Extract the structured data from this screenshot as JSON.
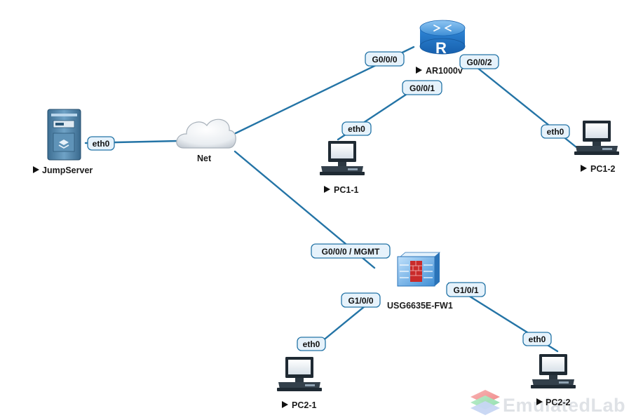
{
  "diagram": {
    "nodes": {
      "jumpserver": {
        "label": "JumpServer",
        "icon": "server-icon"
      },
      "net": {
        "label": "Net",
        "icon": "cloud-icon"
      },
      "router": {
        "label": "AR1000v",
        "icon": "router-icon"
      },
      "pc1_1": {
        "label": "PC1-1",
        "icon": "pc-icon"
      },
      "pc1_2": {
        "label": "PC1-2",
        "icon": "pc-icon"
      },
      "firewall": {
        "label": "USG6635E-FW1",
        "icon": "firewall-icon"
      },
      "pc2_1": {
        "label": "PC2-1",
        "icon": "pc-icon"
      },
      "pc2_2": {
        "label": "PC2-2",
        "icon": "pc-icon"
      }
    },
    "ports": {
      "js_eth0": "eth0",
      "r_g000": "G0/0/0",
      "r_g001": "G0/0/1",
      "r_g002": "G0/0/2",
      "pc11_eth0": "eth0",
      "pc12_eth0": "eth0",
      "fw_mgmt": "G0/0/0 / MGMT",
      "fw_g100": "G1/0/0",
      "fw_g101": "G1/0/1",
      "pc21_eth0": "eth0",
      "pc22_eth0": "eth0"
    },
    "link_color": "#2474a6",
    "label_bg": "#e6f2fb",
    "label_border": "#2474a6"
  },
  "watermark": {
    "text": "EmulatedLab"
  }
}
